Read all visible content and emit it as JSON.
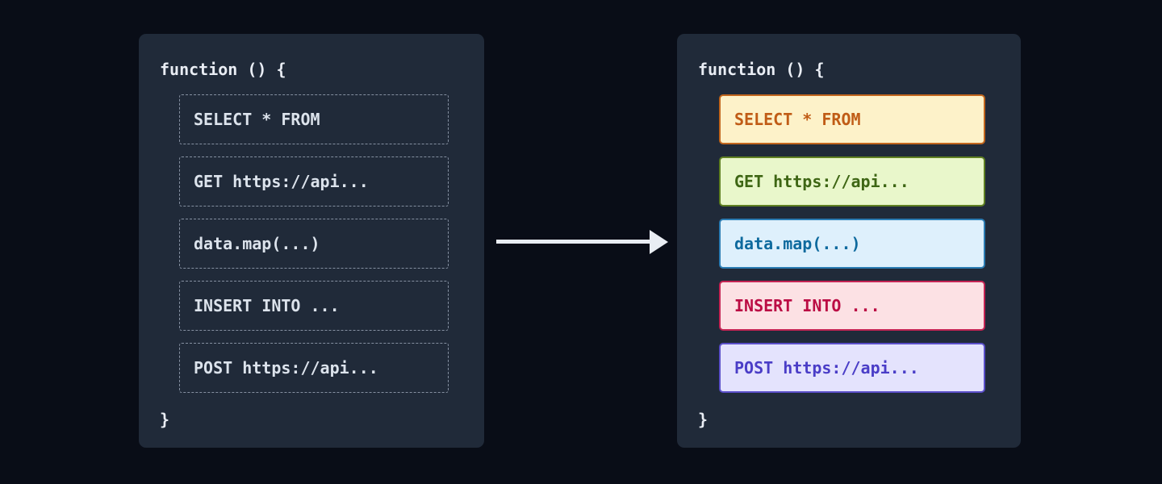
{
  "canvas": {
    "background": "#090d17"
  },
  "panel": {
    "background": "#202a39",
    "function_text_color": "#e9edf4"
  },
  "left_panel": {
    "function_open": "function () {",
    "function_close": "}",
    "snippet_text_color": "#dce3ec",
    "dashed_border_color": "#8590a1",
    "snippets": [
      {
        "label": "SELECT * FROM"
      },
      {
        "label": "GET https://api..."
      },
      {
        "label": "data.map(...)"
      },
      {
        "label": "INSERT INTO ..."
      },
      {
        "label": "POST https://api..."
      }
    ]
  },
  "arrow": {
    "color": "#e9edf3"
  },
  "right_panel": {
    "function_open": "function () {",
    "function_close": "}",
    "snippets": [
      {
        "label": "SELECT * FROM",
        "background": "#fdf2c9",
        "border": "#c2661d",
        "text": "#c05c16"
      },
      {
        "label": "GET https://api...",
        "background": "#e9f7cb",
        "border": "#5f8022",
        "text": "#3e6614"
      },
      {
        "label": "data.map(...)",
        "background": "#def0fc",
        "border": "#2b7cb3",
        "text": "#0e6a9e"
      },
      {
        "label": "INSERT INTO ...",
        "background": "#fce1e4",
        "border": "#c42454",
        "text": "#bb0c44"
      },
      {
        "label": "POST https://api...",
        "background": "#e4e3fd",
        "border": "#5a4fc9",
        "text": "#4a3dc7"
      }
    ]
  }
}
